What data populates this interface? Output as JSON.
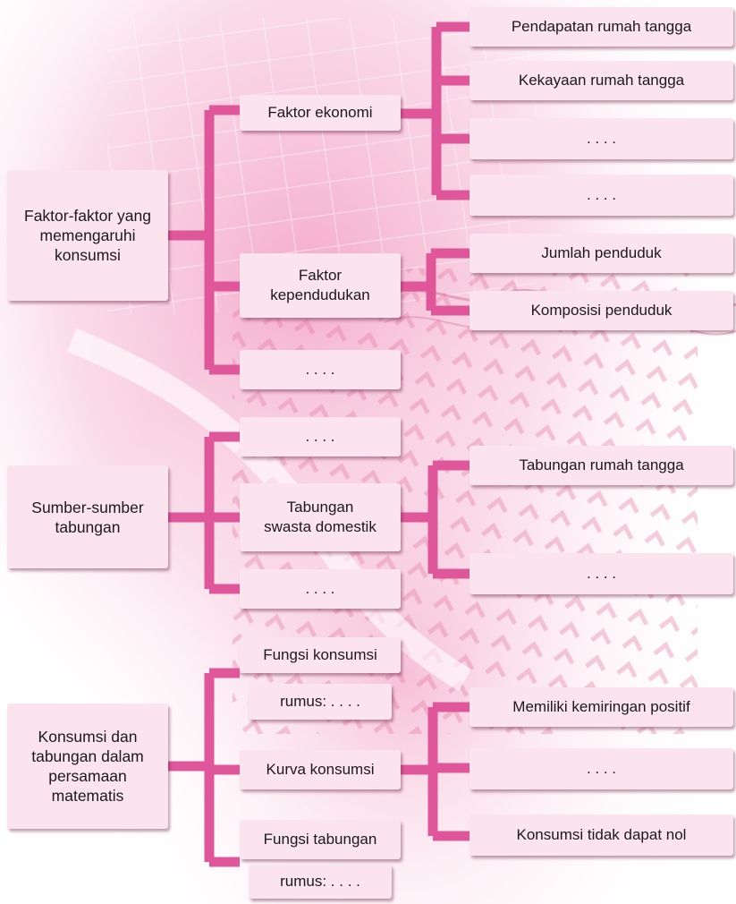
{
  "colors": {
    "connector": "#e0569a",
    "box_fill": "#fbe4ee",
    "text": "#1a1a1a"
  },
  "diagram": {
    "section1": {
      "root": "Faktor-faktor yang\nmemengaruhi\nkonsumsi",
      "mid": [
        "Faktor ekonomi",
        "Faktor\nkependudukan",
        ". . . ."
      ],
      "ekonomi_leaves": [
        "Pendapatan rumah tangga",
        "Kekayaan rumah tangga",
        ". . . .",
        ". . . ."
      ],
      "kependudukan_leaves": [
        "Jumlah penduduk",
        "Komposisi penduduk"
      ]
    },
    "section2": {
      "root": "Sumber-sumber\ntabungan",
      "mid": [
        ". . . .",
        "Tabungan\nswasta domestik",
        ". . . ."
      ],
      "swasta_leaves": [
        "Tabungan rumah tangga",
        ". . . ."
      ]
    },
    "section3": {
      "root": "Konsumsi dan\ntabungan dalam\npersamaan\nmatematis",
      "mid": [
        "Fungsi konsumsi",
        "rumus: . . . .",
        "Kurva konsumsi",
        "Fungsi tabungan",
        "rumus: . . . ."
      ],
      "kurva_leaves": [
        "Memiliki kemiringan positif",
        ". . . .",
        "Konsumsi tidak dapat nol"
      ]
    }
  }
}
